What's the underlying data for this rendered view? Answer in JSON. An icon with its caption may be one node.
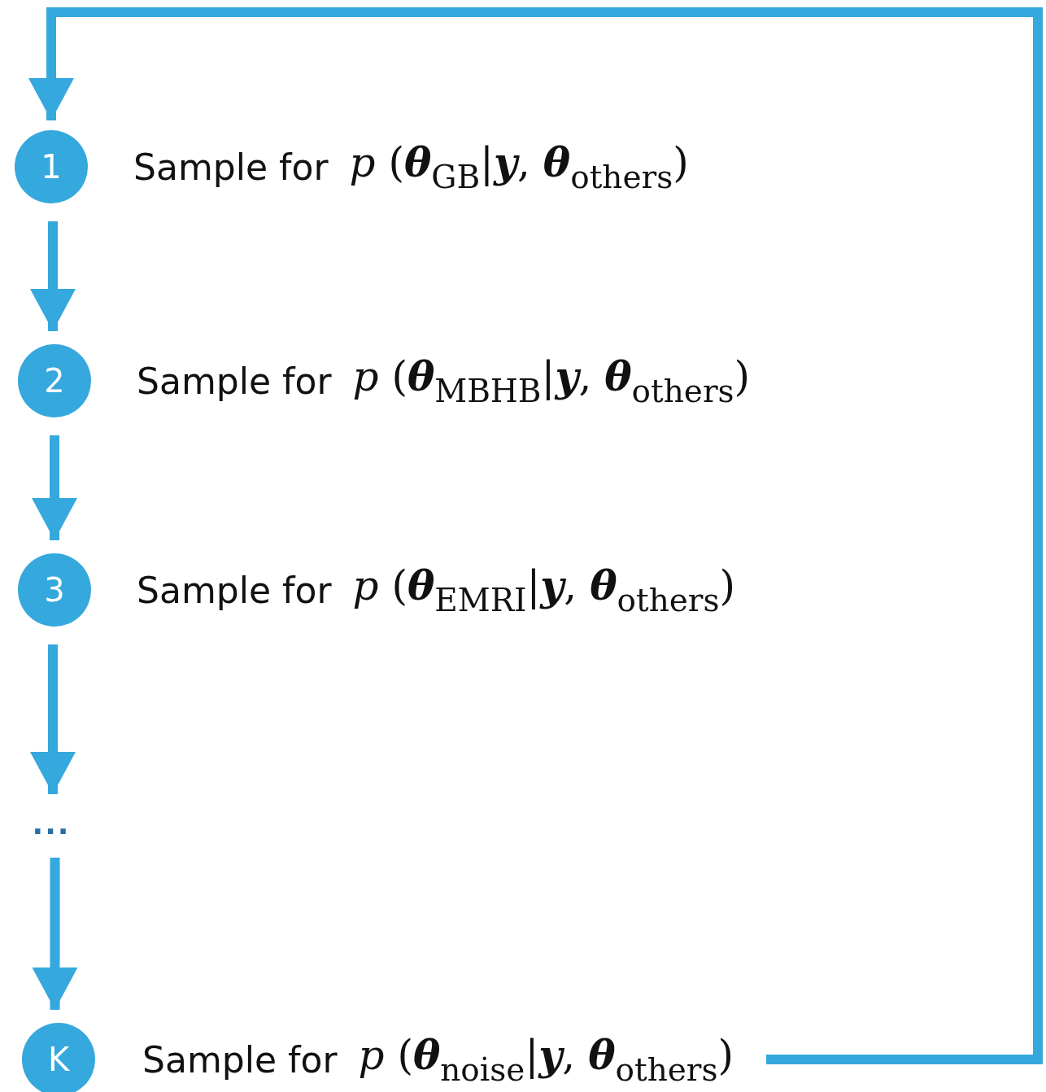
{
  "diagram": {
    "nodes": [
      {
        "text": [
          "1"
        ],
        "beside": [
          "Sample for",
          "*p* (**θ**$_{GB}$|**y**, **θ**$_{others}$)"
        ]
      },
      {
        "text": [
          "2"
        ],
        "beside": [
          "Sample for",
          "*p* (**θ**$_{MBHB}$|**y**, **θ**$_{others}$)"
        ]
      },
      {
        "text": [
          "3"
        ],
        "beside": [
          "Sample for",
          "*p* (**θ**$_{EMRI}$|**y**, **θ**$_{others}$)"
        ]
      },
      {
        "text": [
          "..."
        ]
      },
      {
        "text": [
          "K"
        ],
        "beside": [
          "Sample for",
          "*p* (**θ**$_{noise}$|**y**, **θ**$_{others}$)"
        ]
      }
    ],
    "edges": [
      {
        "from": 0,
        "to": 1,
        "arrow": "to"
      },
      {
        "from": 1,
        "to": 2,
        "arrow": "to"
      },
      {
        "from": 2,
        "to": 3,
        "arrow": "to"
      },
      {
        "from": 3,
        "to": 4,
        "arrow": "to"
      },
      {
        "from": 4,
        "to": 0,
        "arrow": "to"
      }
    ]
  }
}
